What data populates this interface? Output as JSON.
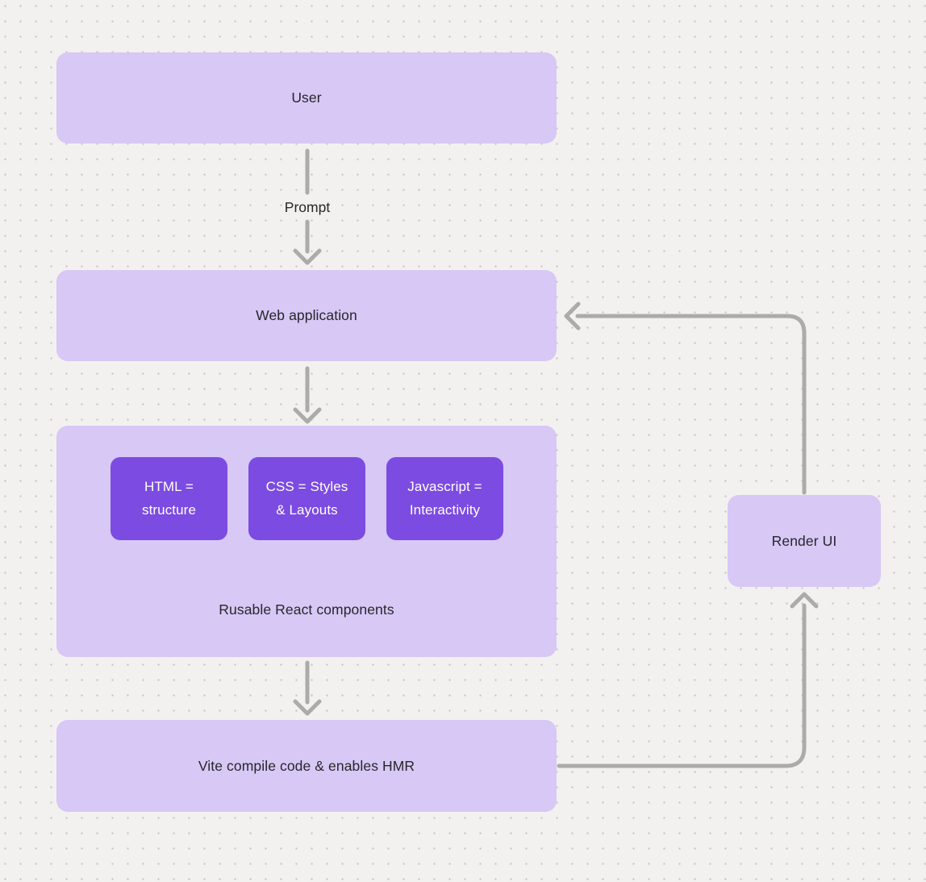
{
  "diagram": {
    "nodes": {
      "user": {
        "label": "User"
      },
      "web_application": {
        "label": "Web application"
      },
      "components": {
        "label": "Rusable React components",
        "chips": [
          {
            "label": "HTML =\nstructure"
          },
          {
            "label": "CSS = Styles\n& Layouts"
          },
          {
            "label": "Javascript =\nInteractivity"
          }
        ]
      },
      "vite": {
        "label": "Vite compile code & enables HMR"
      },
      "render_ui": {
        "label": "Render UI"
      }
    },
    "edge_labels": {
      "prompt": {
        "label": "Prompt"
      }
    },
    "colors": {
      "background": "#f2f1ef",
      "grid_dot": "#c6c4c1",
      "node_fill": "#d7c8f5",
      "chip_fill": "#7c4be1",
      "chip_text": "#ffffff",
      "node_text": "#27262b",
      "connector": "#ababab"
    }
  }
}
